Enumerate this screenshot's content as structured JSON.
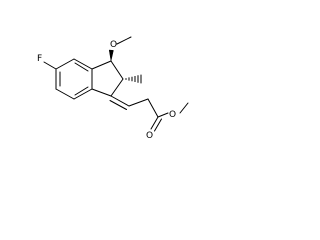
{
  "molecule": {
    "atoms": {
      "fluorine": "F",
      "methoxy_oxygen": "O",
      "carbonyl_oxygen": "O",
      "ester_oxygen": "O"
    }
  }
}
